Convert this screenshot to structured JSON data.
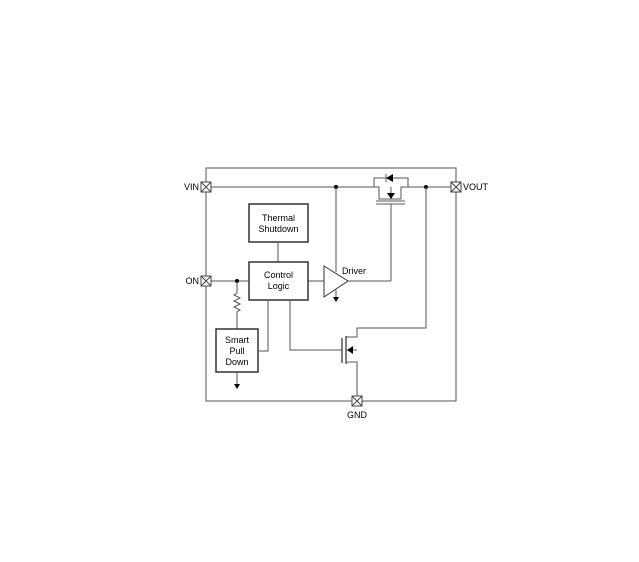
{
  "pins": {
    "vin": "VIN",
    "vout": "VOUT",
    "on": "ON",
    "gnd": "GND"
  },
  "blocks": {
    "thermal": [
      "Thermal",
      "Shutdown"
    ],
    "control": [
      "Control",
      "Logic"
    ],
    "pulldown": [
      "Smart",
      "Pull",
      "Down"
    ],
    "driver": "Driver"
  }
}
